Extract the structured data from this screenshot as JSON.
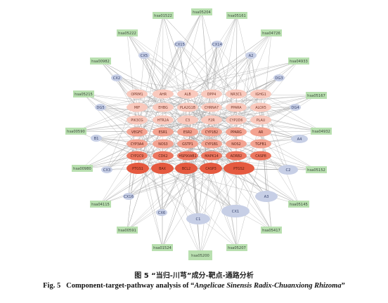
{
  "figure": {
    "caption_cn": "图 5 “当归-川芎”成分-靶点-通路分析",
    "caption_en_prefix": "Fig. 5",
    "caption_en_text": "Component-target-pathway analysis of “",
    "caption_en_italic": "Angelicae Sinensis Radix-Chuanxiong Rhizoma",
    "caption_en_suffix": "”"
  },
  "colors": {
    "pathway_fill": "#b9e0b0",
    "pathway_text": "#3c4a3c",
    "compound_fill": "#c7cfe6",
    "compound_text": "#3a4670",
    "target_light": "#f9c9bd",
    "target_mid": "#f3a391",
    "target_dark": "#ec7760",
    "target_darkest": "#e55a40",
    "edge": "#9a9a9a"
  },
  "pathways": [
    "hsa05204",
    "hsa01522",
    "hsa05161",
    "hsa05222",
    "hsa04726",
    "hsa00982",
    "hsa04933",
    "hsa05215",
    "hsa05167",
    "hsa00590",
    "hsa04932",
    "hsa00980",
    "hsa05152",
    "hsa04115",
    "hsa05145",
    "hsa00591",
    "hsa05417",
    "hsa01524",
    "hsa05207",
    "hsa05200"
  ],
  "compounds": [
    "CX15",
    "CX14",
    "CX5",
    "A2",
    "CX2",
    "DG3",
    "DG5",
    "DG4",
    "B1",
    "A4",
    "CX3",
    "C2",
    "CX16",
    "A3",
    "CX6",
    "CX1",
    "C1"
  ],
  "targets": [
    {
      "label": "OPRM1",
      "tone": "light"
    },
    {
      "label": "AHR",
      "tone": "light"
    },
    {
      "label": "ALB",
      "tone": "light"
    },
    {
      "label": "DPP4",
      "tone": "light"
    },
    {
      "label": "NR3C1",
      "tone": "light"
    },
    {
      "label": "IGHG1",
      "tone": "light"
    },
    {
      "label": "MIF",
      "tone": "light"
    },
    {
      "label": "EHBG",
      "tone": "light"
    },
    {
      "label": "PLA2G1B",
      "tone": "light"
    },
    {
      "label": "CHRNA7",
      "tone": "light"
    },
    {
      "label": "PPARA",
      "tone": "light"
    },
    {
      "label": "ALOX5",
      "tone": "light"
    },
    {
      "label": "PIK3CG",
      "tone": "light"
    },
    {
      "label": "HTR2A",
      "tone": "light"
    },
    {
      "label": "C3",
      "tone": "light"
    },
    {
      "label": "F2R",
      "tone": "light"
    },
    {
      "label": "CYP2D6",
      "tone": "light"
    },
    {
      "label": "PLAU",
      "tone": "light"
    },
    {
      "label": "VEGFC",
      "tone": "mid"
    },
    {
      "label": "ESR1",
      "tone": "mid"
    },
    {
      "label": "ESR2",
      "tone": "mid"
    },
    {
      "label": "CYP1B2",
      "tone": "mid"
    },
    {
      "label": "PPARG",
      "tone": "mid"
    },
    {
      "label": "AR",
      "tone": "mid"
    },
    {
      "label": "CYP3A4",
      "tone": "mid"
    },
    {
      "label": "NOS3",
      "tone": "mid"
    },
    {
      "label": "GSTP1",
      "tone": "mid"
    },
    {
      "label": "CYP1B1",
      "tone": "mid"
    },
    {
      "label": "NOS2",
      "tone": "mid"
    },
    {
      "label": "TGFB1",
      "tone": "mid"
    },
    {
      "label": "CYP2C9",
      "tone": "dark"
    },
    {
      "label": "CDK2",
      "tone": "dark"
    },
    {
      "label": "HSP90AB1",
      "tone": "dark"
    },
    {
      "label": "MAPK14",
      "tone": "dark"
    },
    {
      "label": "ADRB2",
      "tone": "dark"
    },
    {
      "label": "CASP8",
      "tone": "dark"
    },
    {
      "label": "PTGS1",
      "tone": "darkest"
    },
    {
      "label": "BAX",
      "tone": "darkest"
    },
    {
      "label": "BCL2",
      "tone": "darkest"
    },
    {
      "label": "CASP3",
      "tone": "darkest"
    },
    {
      "label": "PTGS2",
      "tone": "darkest"
    }
  ]
}
